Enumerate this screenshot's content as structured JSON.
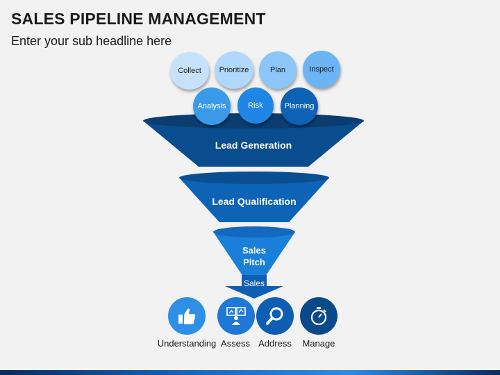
{
  "header": {
    "title": "SALES PIPELINE MANAGEMENT",
    "subtitle": "Enter your sub headline here"
  },
  "bubbles": [
    {
      "label": "Collect",
      "color": "#c6e2fb",
      "text_color": "#1a1a1a"
    },
    {
      "label": "Prioritize",
      "color": "#b1d8fa",
      "text_color": "#1a1a1a"
    },
    {
      "label": "Plan",
      "color": "#8cc6f8",
      "text_color": "#1a1a1a"
    },
    {
      "label": "Inspect",
      "color": "#6db4f4",
      "text_color": "#1a1a1a"
    },
    {
      "label": "Analysis",
      "color": "#3b9ae8",
      "text_color": "#ffffff"
    },
    {
      "label": "Risk",
      "color": "#2086e6",
      "text_color": "#ffffff"
    },
    {
      "label": "Planning",
      "color": "#0e62b4",
      "text_color": "#ffffff"
    }
  ],
  "funnel": {
    "stages": [
      "Lead Generation",
      "Lead Qualification",
      "Sales Pitch"
    ],
    "output": "Sales",
    "colors": [
      "#0a4d8e",
      "#0d63b5",
      "#1a7fd8"
    ]
  },
  "icons": [
    {
      "label": "Understanding",
      "icon": "thumbs-up-icon",
      "color": "#2e8fe6"
    },
    {
      "label": "Assess",
      "icon": "people-board-icon",
      "color": "#1f78d8"
    },
    {
      "label": "Address",
      "icon": "magnifier-icon",
      "color": "#0e5fb3"
    },
    {
      "label": "Manage",
      "icon": "stopwatch-icon",
      "color": "#0b4a8a"
    }
  ]
}
